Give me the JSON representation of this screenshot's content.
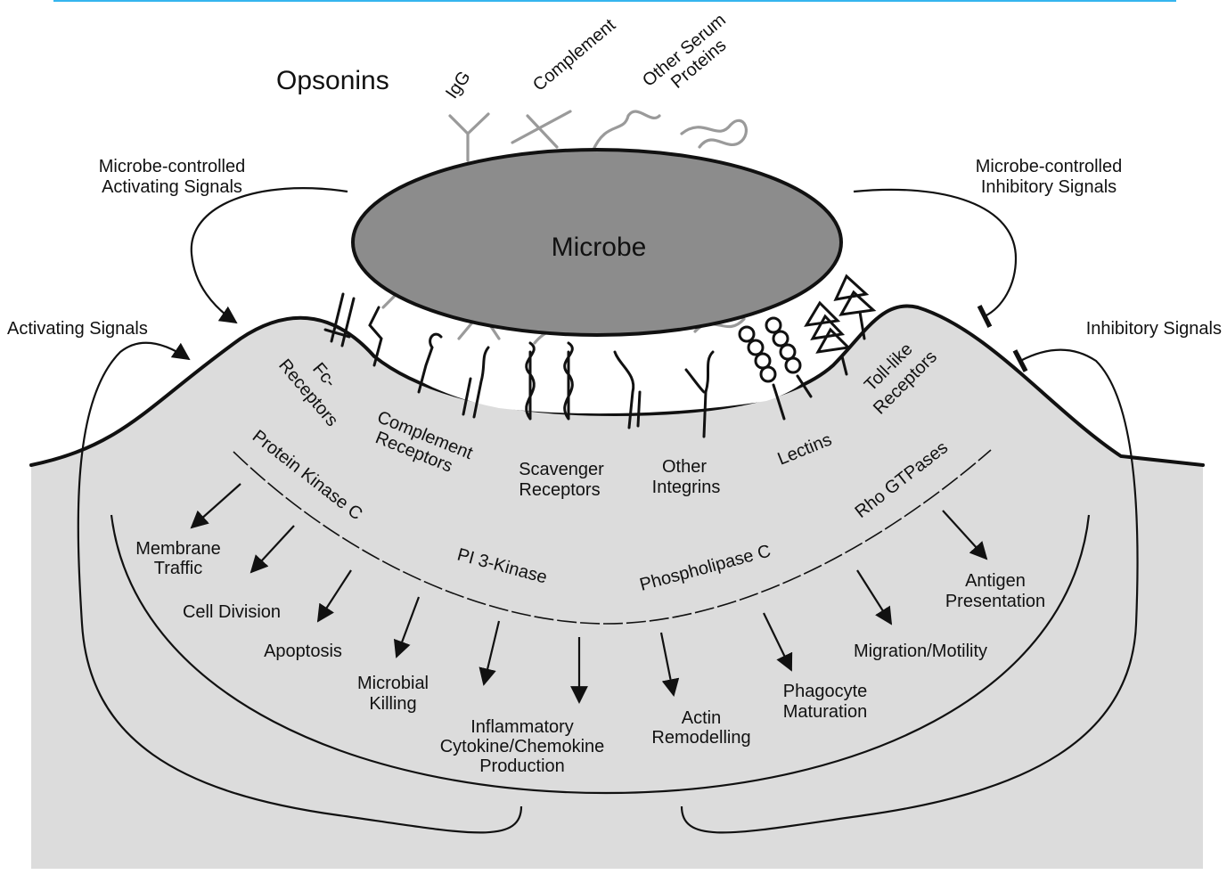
{
  "title": "Opsonins",
  "opsonins": [
    "IgG",
    "Complement",
    "Other Serum",
    "Proteins"
  ],
  "microbe": "Microbe",
  "signals": {
    "microbe_activating": [
      "Microbe-controlled",
      "Activating Signals"
    ],
    "microbe_inhibitory": [
      "Microbe-controlled",
      "Inhibitory Signals"
    ],
    "activating": "Activating Signals",
    "inhibitory": "Inhibitory Signals"
  },
  "receptors": {
    "fc": [
      "Fc-",
      "Receptors"
    ],
    "complement": [
      "Complement",
      "Receptors"
    ],
    "scavenger": [
      "Scavenger",
      "Receptors"
    ],
    "integrins": [
      "Other",
      "Integrins"
    ],
    "lectins": "Lectins",
    "toll": [
      "Toll-like",
      "Receptors"
    ]
  },
  "kinases": {
    "pkc": "Protein Kinase C",
    "pi3k": "PI 3-Kinase",
    "plc": "Phospholipase C",
    "rho": "Rho GTPases"
  },
  "outcomes": {
    "membrane_traffic": [
      "Membrane",
      "Traffic"
    ],
    "cell_division": "Cell Division",
    "apoptosis": "Apoptosis",
    "microbial_killing": [
      "Microbial",
      "Killing"
    ],
    "cytokine": [
      "Inflammatory",
      "Cytokine/Chemokine",
      "Production"
    ],
    "actin": [
      "Actin",
      "Remodelling"
    ],
    "phagocyte": [
      "Phagocyte",
      "Maturation"
    ],
    "migration": "Migration/Motility",
    "antigen": [
      "Antigen",
      "Presentation"
    ]
  },
  "colors": {
    "cell_fill": "#dcdcdc",
    "microbe_fill": "#8c8c8c",
    "opsonin_stroke": "#9a9a9a",
    "top_border": "#35b5ee"
  }
}
